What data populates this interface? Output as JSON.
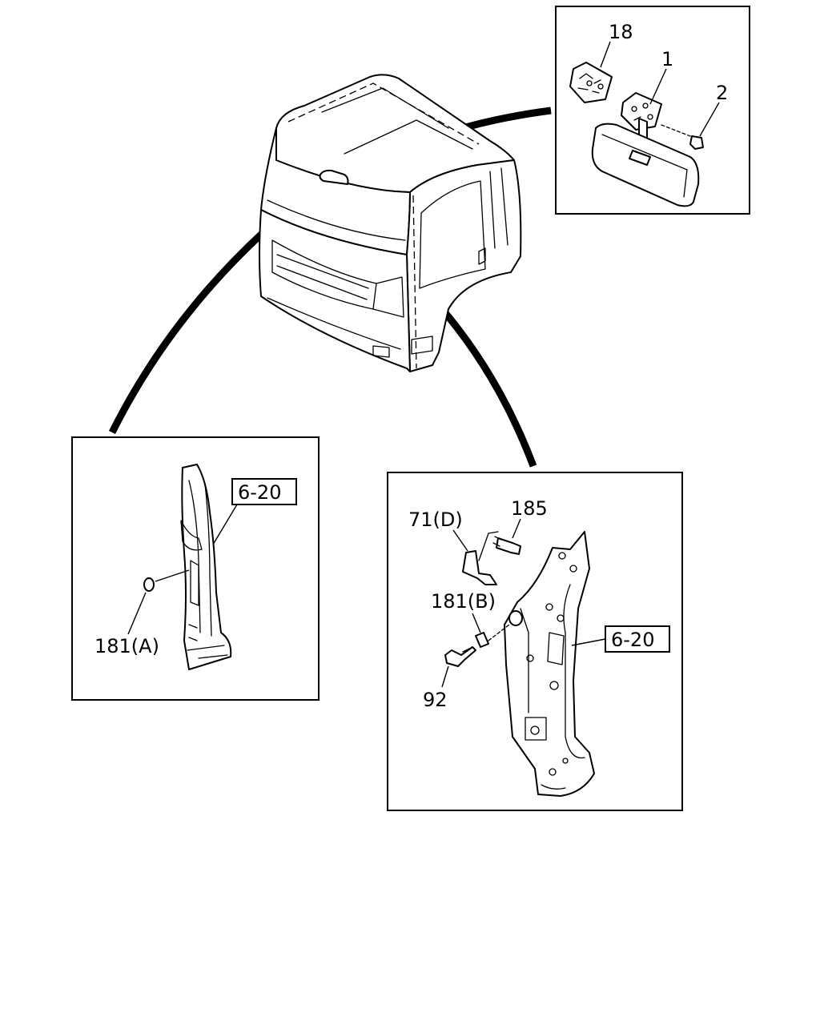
{
  "labels": {
    "mirror": "18",
    "part_1": "1",
    "part_2": "2",
    "left_ref": "6-20",
    "left_part": "181(A)",
    "right_bracket": "71(D)",
    "right_bolt_top": "185",
    "right_clip": "181(B)",
    "right_ref": "6-20",
    "right_bolt_bottom": "92"
  }
}
